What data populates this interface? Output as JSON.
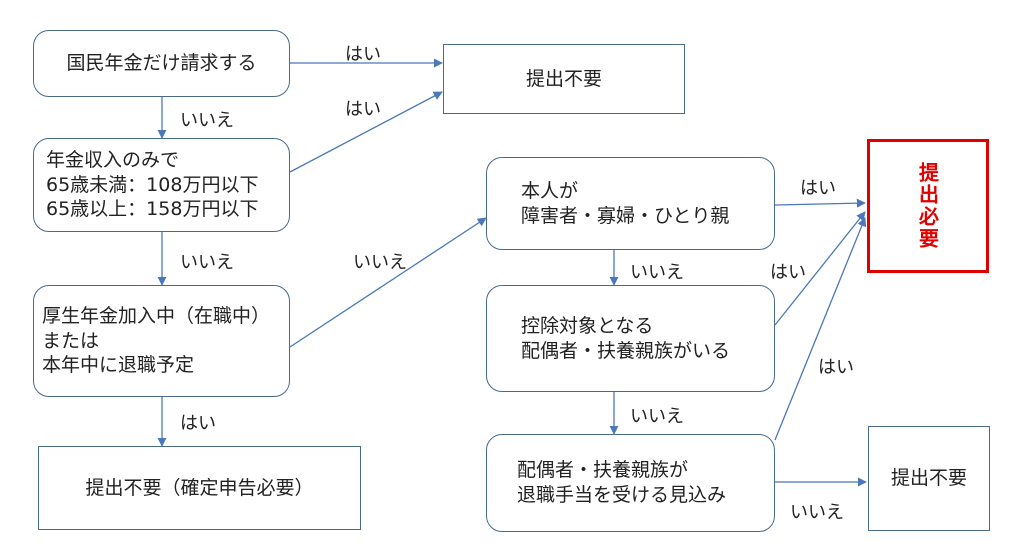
{
  "nodes": {
    "q1": "国民年金だけ請求する",
    "q2": [
      "年金収入のみで",
      "65歳未満：108万円以下",
      "65歳以上：158万円以下"
    ],
    "q3": [
      "厚生年金加入中（在職中）",
      "または",
      "本年中に退職予定"
    ],
    "q4": [
      "本人が",
      "障害者・寡婦・ひとり親"
    ],
    "q5": [
      "控除対象となる",
      "配偶者・扶養親族がいる"
    ],
    "q6": [
      "配偶者・扶養親族が",
      "退職手当を受ける見込み"
    ],
    "r1": "提出不要",
    "r2": "提出不要（確定申告必要）",
    "r3": "提出必要",
    "r4": "提出不要"
  },
  "labels": {
    "yes": "はい",
    "no": "いいえ"
  },
  "colors": {
    "arrow": "#4a78b8",
    "required": "#e00000"
  }
}
